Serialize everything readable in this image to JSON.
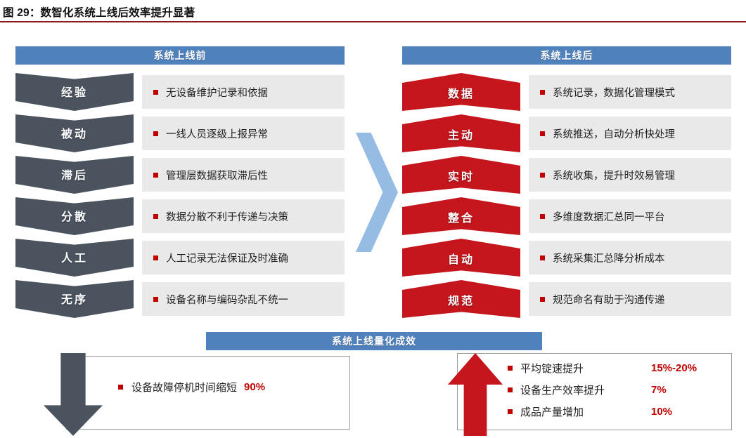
{
  "title": "图 29：数智化系统上线后效率提升显著",
  "sections": {
    "before": {
      "header": "系统上线前",
      "rows": [
        {
          "label": "经验",
          "text": "无设备维护记录和依据"
        },
        {
          "label": "被动",
          "text": "一线人员逐级上报异常"
        },
        {
          "label": "滞后",
          "text": "管理层数据获取滞后性"
        },
        {
          "label": "分散",
          "text": "数据分散不利于传递与决策"
        },
        {
          "label": "人工",
          "text": "人工记录无法保证及时准确"
        },
        {
          "label": "无序",
          "text": "设备名称与编码杂乱不统一"
        }
      ]
    },
    "after": {
      "header": "系统上线后",
      "rows": [
        {
          "label": "数据",
          "text": "系统记录，数据化管理模式"
        },
        {
          "label": "主动",
          "text": "系统推送，自动分析快处理"
        },
        {
          "label": "实时",
          "text": "系统收集，提升时效易管理"
        },
        {
          "label": "整合",
          "text": "多维度数据汇总同一平台"
        },
        {
          "label": "自动",
          "text": "系统采集汇总降分析成本"
        },
        {
          "label": "规范",
          "text": "规范命名有助于沟通传递"
        }
      ]
    },
    "results": {
      "header": "系统上线量化成效",
      "left": {
        "label": "设备故障停机时间缩短",
        "value": "90%"
      },
      "right": [
        {
          "label": "平均锭速提升",
          "value": "15%-20%"
        },
        {
          "label": "设备生产效率提升",
          "value": "7%"
        },
        {
          "label": "成品产量增加",
          "value": "10%"
        }
      ]
    }
  },
  "colors": {
    "header_blue": "#4F81BD",
    "chevron_dark": "#4A535E",
    "chevron_red": "#C4161C",
    "panel_gray": "#E9E9E9",
    "accent_red": "#C00000",
    "center_arrow_blue": "#95BCE3",
    "title_rule": "#8B1A1A"
  }
}
